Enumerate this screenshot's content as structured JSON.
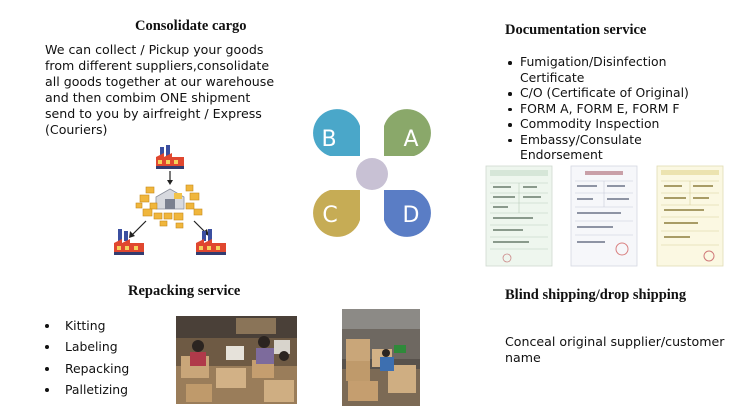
{
  "consolidate": {
    "title": "Consolidate cargo",
    "lines": [
      "We can collect / Pickup your goods",
      "from different suppliers,consolidate",
      "all goods together at our warehouse",
      "and then combim ONE shipment",
      "send to you by airfreight / Express",
      "(Couriers)"
    ]
  },
  "documentation": {
    "title": "Documentation service",
    "items": [
      {
        "lines": [
          "Fumigation/Disinfection",
          "Certificate"
        ]
      },
      {
        "lines": [
          "C/O (Certificate of Original)"
        ]
      },
      {
        "lines": [
          "FORM A, FORM E, FORM F"
        ]
      },
      {
        "lines": [
          "Commodity Inspection"
        ]
      },
      {
        "lines": [
          "Embassy/Consulate",
          "Endorsement"
        ]
      }
    ]
  },
  "petals": {
    "b": {
      "label": "B",
      "color": "#4aa7c9"
    },
    "a": {
      "label": "A",
      "color": "#8aa86a"
    },
    "c": {
      "label": "C",
      "color": "#c6ac55"
    },
    "d": {
      "label": "D",
      "color": "#5a7dc5"
    },
    "center_color": "#c8c1d4"
  },
  "repacking": {
    "title": "Repacking service",
    "items": [
      "Kitting",
      "Labeling",
      "Repacking",
      "Palletizing"
    ]
  },
  "blind": {
    "title": "Blind shipping/drop shipping",
    "lines": [
      "Conceal original supplier/customer",
      "name"
    ]
  }
}
